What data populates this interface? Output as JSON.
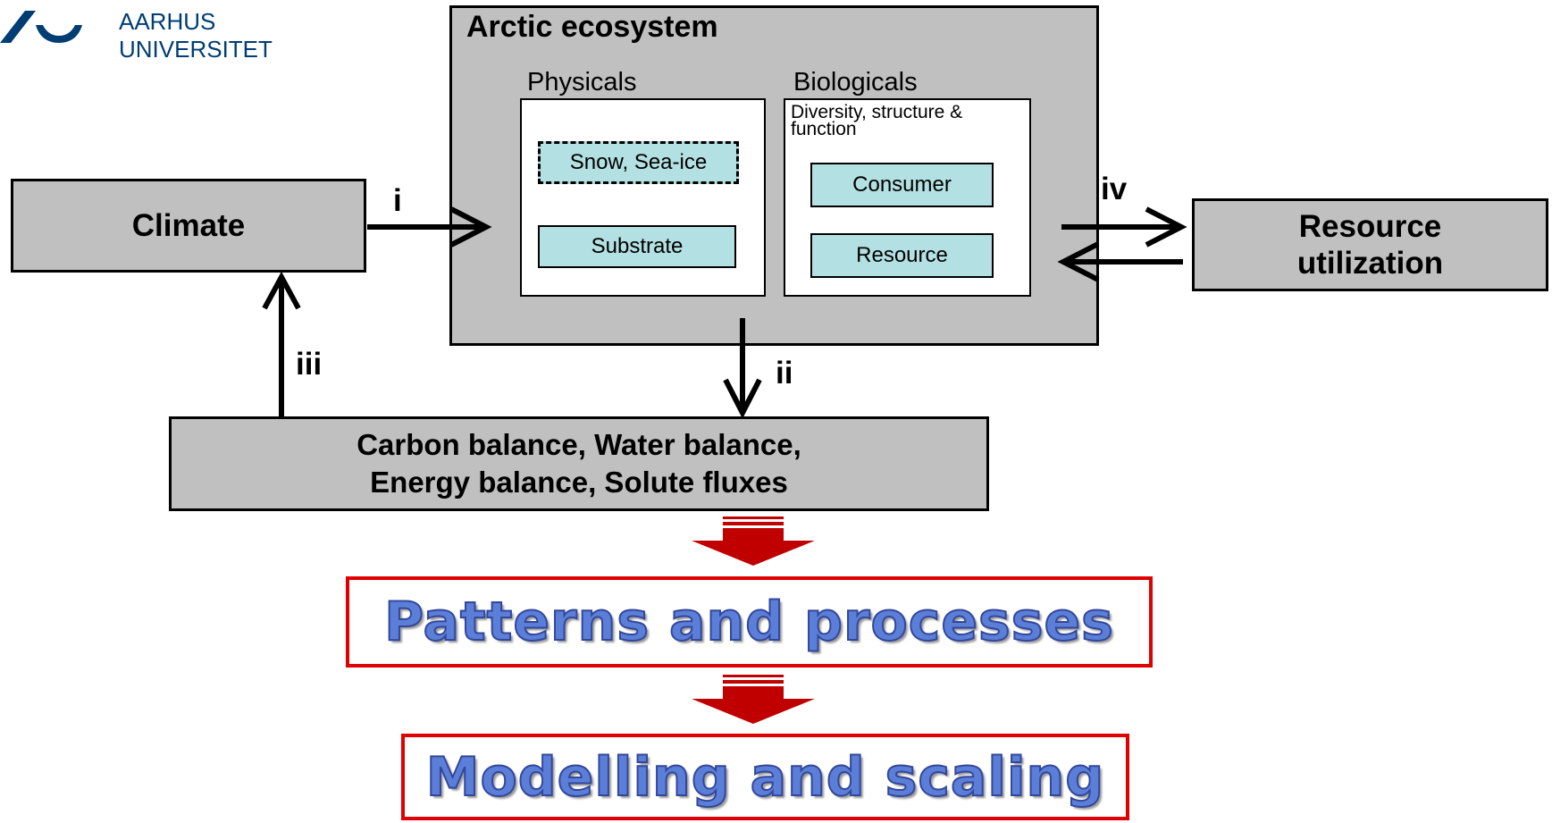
{
  "logo": {
    "name": "aarhus-universitet-logo",
    "line1": "AARHUS",
    "line2": "UNIVERSITET",
    "color": "#003d73"
  },
  "nodes": {
    "climate": "Climate",
    "arctic_ecosystem": "Arctic ecosystem",
    "physicals": "Physicals",
    "biologicals": "Biologicals",
    "biologicals_description": "Diversity, structure & function",
    "snow_sea_ice": "Snow, Sea-ice",
    "substrate": "Substrate",
    "consumer": "Consumer",
    "resource": "Resource",
    "resource_utilization_line1": "Resource",
    "resource_utilization_line2": "utilization",
    "balances_line1": "Carbon balance, Water balance,",
    "balances_line2": "Energy balance, Solute fluxes",
    "patterns": "Patterns and processes",
    "modelling": "Modelling and scaling"
  },
  "edge_labels": {
    "i": "i",
    "ii": "ii",
    "iii": "iii",
    "iv": "iv"
  },
  "colors": {
    "gray_box": "#c0c0c0",
    "teal_box": "#b3e0e2",
    "red_frame": "#e00000",
    "red_arrow": "#c00000",
    "title_blue": "#5b7fd8"
  }
}
